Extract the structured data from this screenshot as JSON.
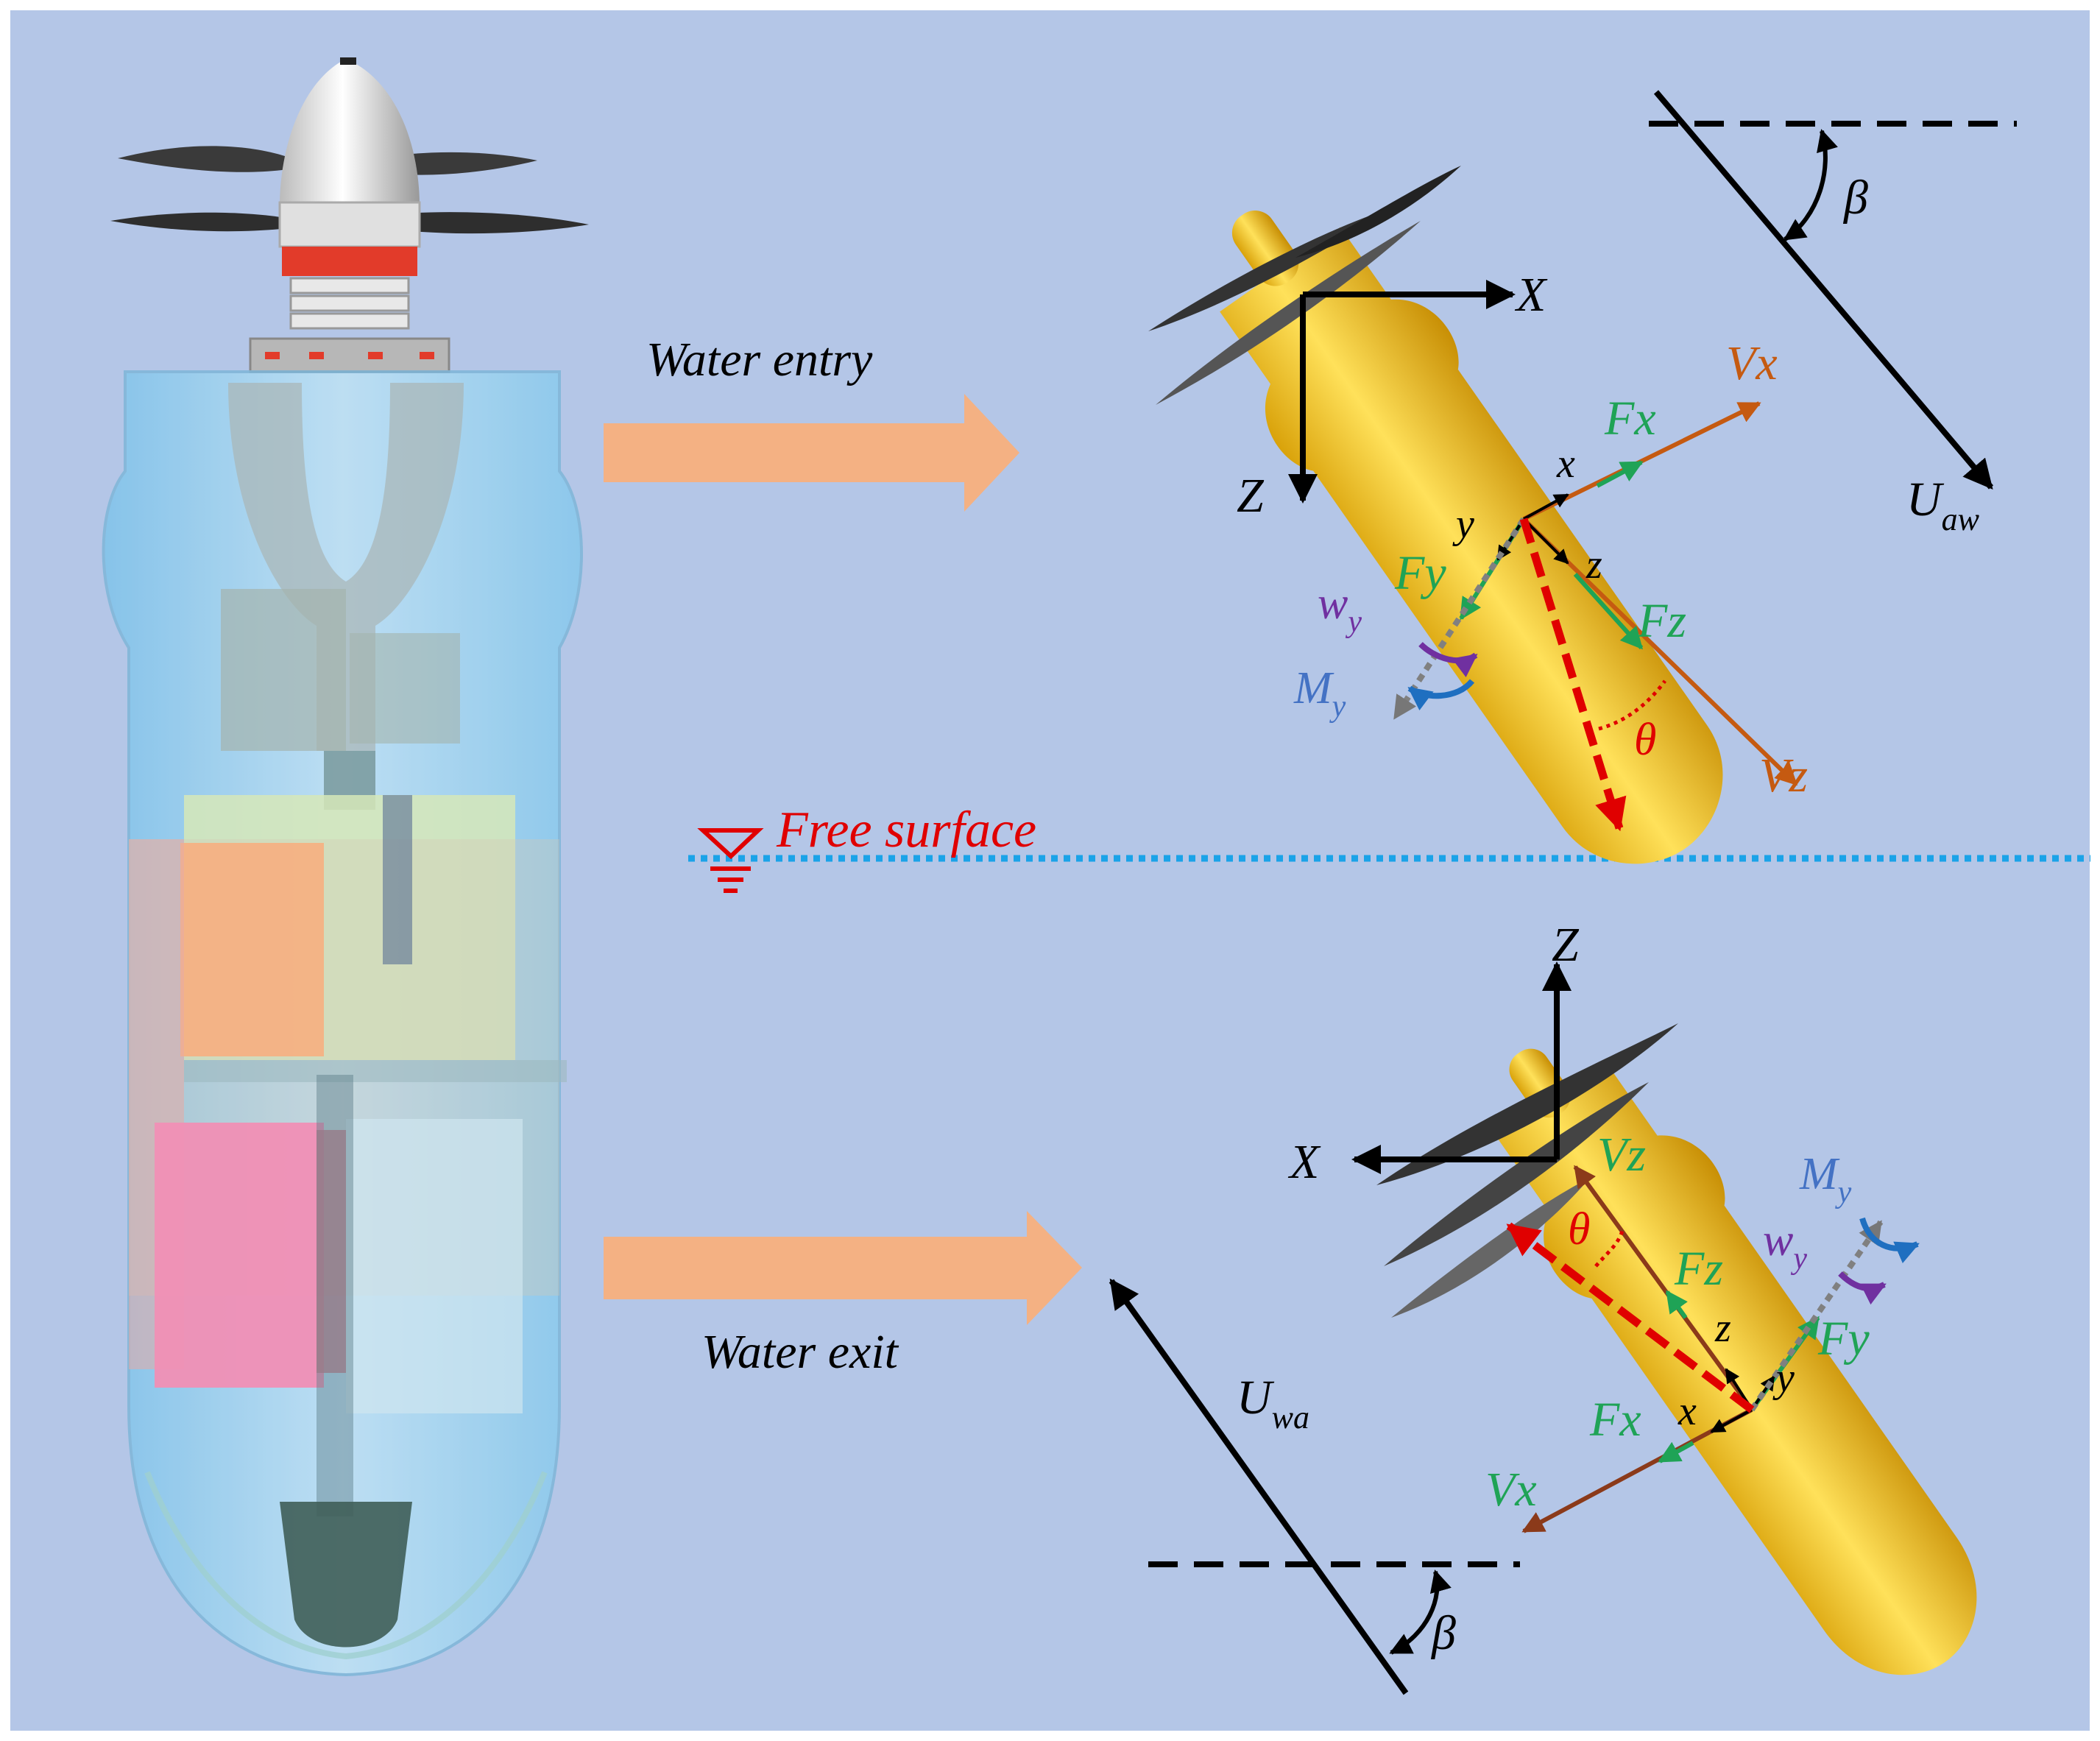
{
  "labels": {
    "water_entry": "Water entry",
    "water_exit": "Water exit",
    "free_surface": "Free surface",
    "entry_X": "X",
    "entry_Z": "Z",
    "entry_x": "x",
    "entry_y": "y",
    "entry_z": "z",
    "entry_Fx": "Fx",
    "entry_Fy": "Fy",
    "entry_Fz": "Fz",
    "entry_Vx": "Vx",
    "entry_Vz": "Vz",
    "entry_w": "w",
    "entry_w_sub": "y",
    "entry_M": "M",
    "entry_M_sub": "y",
    "entry_theta": "θ",
    "entry_beta": "β",
    "entry_U": "U",
    "entry_U_sub": "aw",
    "exit_X": "X",
    "exit_Z": "Z",
    "exit_x": "x",
    "exit_y": "y",
    "exit_z": "z",
    "exit_Fx": "Fx",
    "exit_Fy": "Fy",
    "exit_Fz": "Fz",
    "exit_Vx": "Vx",
    "exit_Vz": "Vz",
    "exit_w": "w",
    "exit_w_sub": "y",
    "exit_M": "M",
    "exit_M_sub": "y",
    "exit_theta": "θ",
    "exit_beta": "β",
    "exit_U": "U",
    "exit_U_sub": "wa"
  },
  "colors": {
    "background": "#b4c6e7",
    "arrow_fill": "#f4b183",
    "force": "#1fa356",
    "velocity": "#c55a11",
    "velocity_exit": "#8b3a1a",
    "theta": "#e00000",
    "moment": "#1f6fc0",
    "omega": "#7030a0",
    "free_surface_line": "#1aa3e8",
    "vehicle": "#f5c518",
    "label_moment": "#4472c4"
  }
}
